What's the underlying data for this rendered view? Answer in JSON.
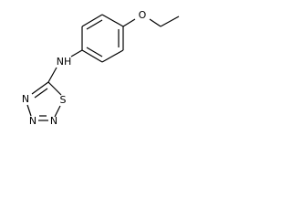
{
  "molecule": {
    "atoms": {
      "O": "O",
      "NH": "NH",
      "N_ring_1": "N",
      "N_ring_2": "N",
      "N_ring_3": "N",
      "S": "S"
    }
  }
}
